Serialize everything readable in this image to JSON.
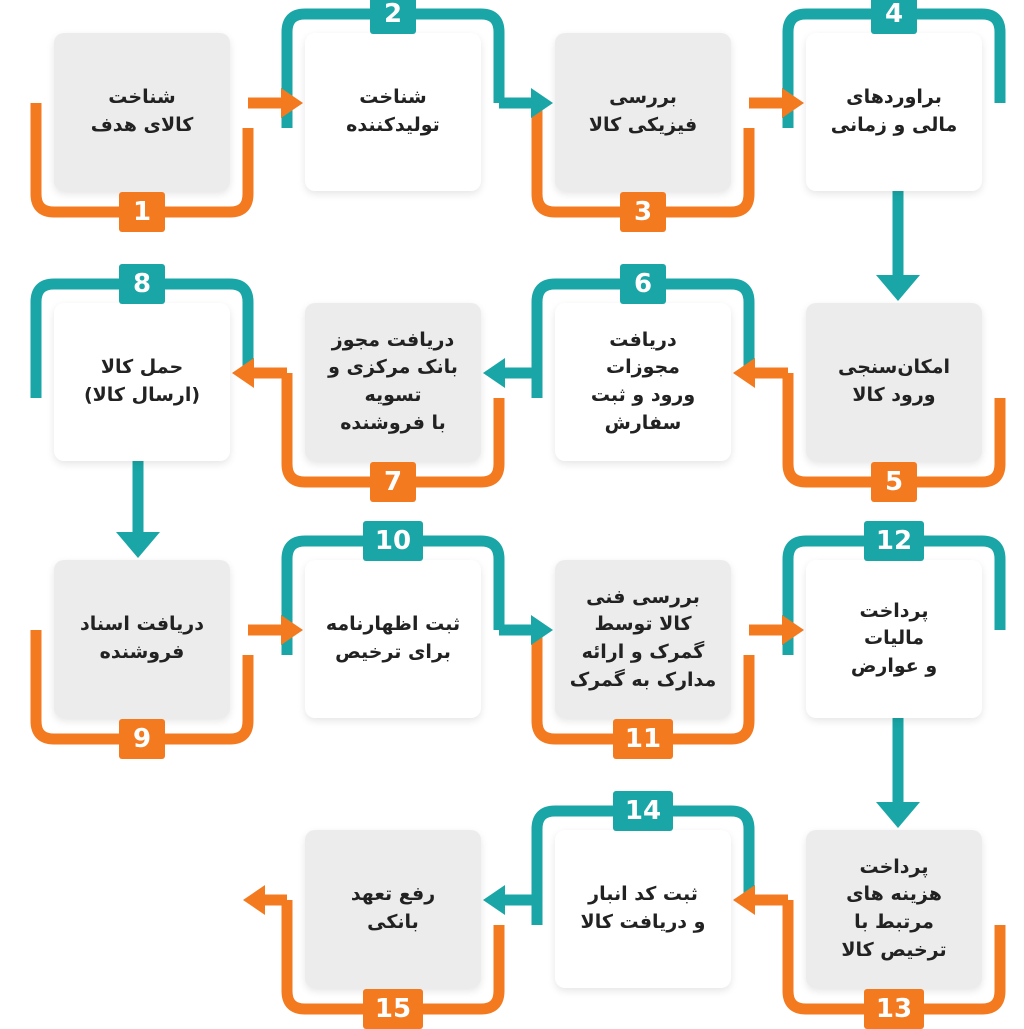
{
  "colors": {
    "orange": "#f47a20",
    "teal": "#1aa6a6",
    "gray_card": "#ececec"
  },
  "steps": [
    {
      "num": "1",
      "text": "شناخت\nکالای هدف"
    },
    {
      "num": "2",
      "text": "شناخت\nتولیدکننده"
    },
    {
      "num": "3",
      "text": "بررسی\nفیزیکی کالا"
    },
    {
      "num": "4",
      "text": "براوردهای\nمالی و زمانی"
    },
    {
      "num": "5",
      "text": "امکان‌سنجی\nورود کالا"
    },
    {
      "num": "6",
      "text": "دریافت\nمجوزات\nورود و ثبت\nسفارش"
    },
    {
      "num": "7",
      "text": "دریافت مجوز\nبانک مرکزی و\nتسویه\nبا فروشنده"
    },
    {
      "num": "8",
      "text": "حمل کالا\n(ارسال کالا)"
    },
    {
      "num": "9",
      "text": "دریافت اسناد\nفروشنده"
    },
    {
      "num": "10",
      "text": "ثبت اظهارنامه\nبرای ترخیص"
    },
    {
      "num": "11",
      "text": "بررسی فنی\nکالا توسط\nگمرک و ارائه\nمدارک به گمرک"
    },
    {
      "num": "12",
      "text": "پرداخت\nمالیات\nو عوارض"
    },
    {
      "num": "13",
      "text": "پرداخت\nهزینه های\nمرتبط با\nترخیص کالا"
    },
    {
      "num": "14",
      "text": "ثبت کد انبار\nو دریافت کالا"
    },
    {
      "num": "15",
      "text": "رفع تعهد\nبانکی"
    }
  ]
}
